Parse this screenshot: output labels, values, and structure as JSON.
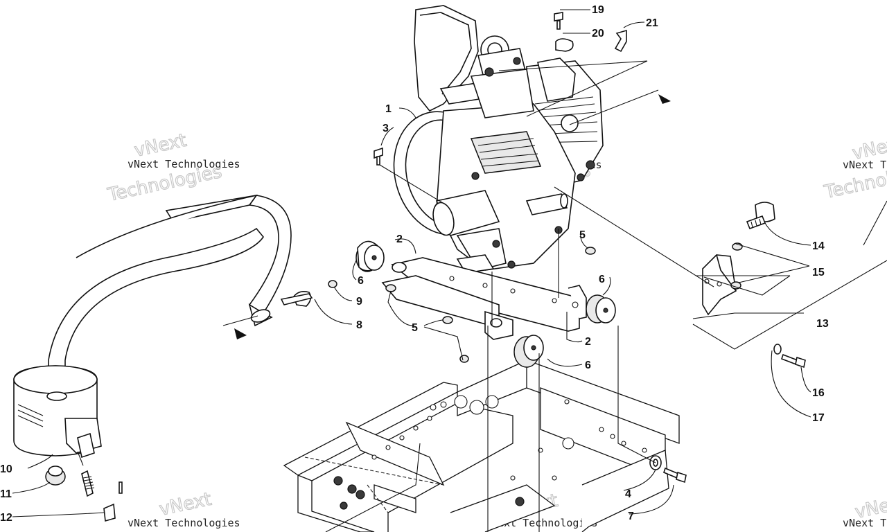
{
  "watermark": {
    "small": "vNext Technologies",
    "big_top": "vNext",
    "big_bottom": "Technologies"
  },
  "callouts": {
    "c1": "1",
    "c2a": "2",
    "c2b": "2",
    "c3": "3",
    "c4": "4",
    "c5a": "5",
    "c5b": "5",
    "c6a": "6",
    "c6b": "6",
    "c6c": "6",
    "c7": "7",
    "c8": "8",
    "c9": "9",
    "c10": "10",
    "c11": "11",
    "c12": "12",
    "c13": "13",
    "c14": "14",
    "c15": "15",
    "c16": "16",
    "c17": "17",
    "c19": "19",
    "c20": "20",
    "c21": "21"
  }
}
